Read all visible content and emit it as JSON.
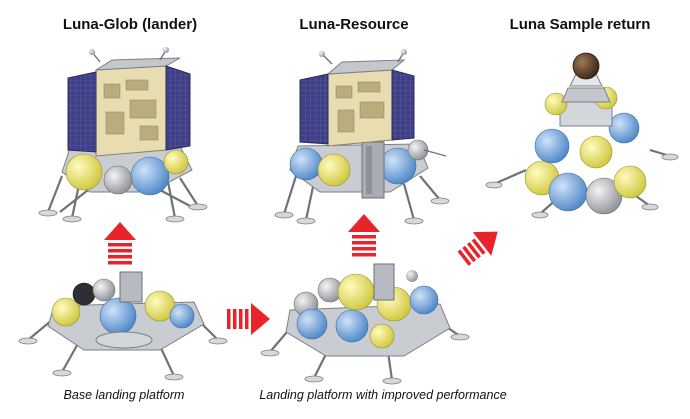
{
  "titles": {
    "luna_glob": "Luna-Glob (lander)",
    "luna_resource": "Luna-Resource",
    "luna_sample_return": "Luna Sample return"
  },
  "captions": {
    "base_platform": "Base landing platform",
    "improved_platform": "Landing platform with improved performance"
  },
  "colors": {
    "arrow_red": "#e8242b",
    "tank_yellow": "#f2ee6a",
    "tank_blue": "#6fa6e0",
    "solar_panel": "#3f3f86",
    "body_tan": "#e7ddb0",
    "metal_grey": "#b9bcc2",
    "dark_bronze": "#5a3b22"
  }
}
